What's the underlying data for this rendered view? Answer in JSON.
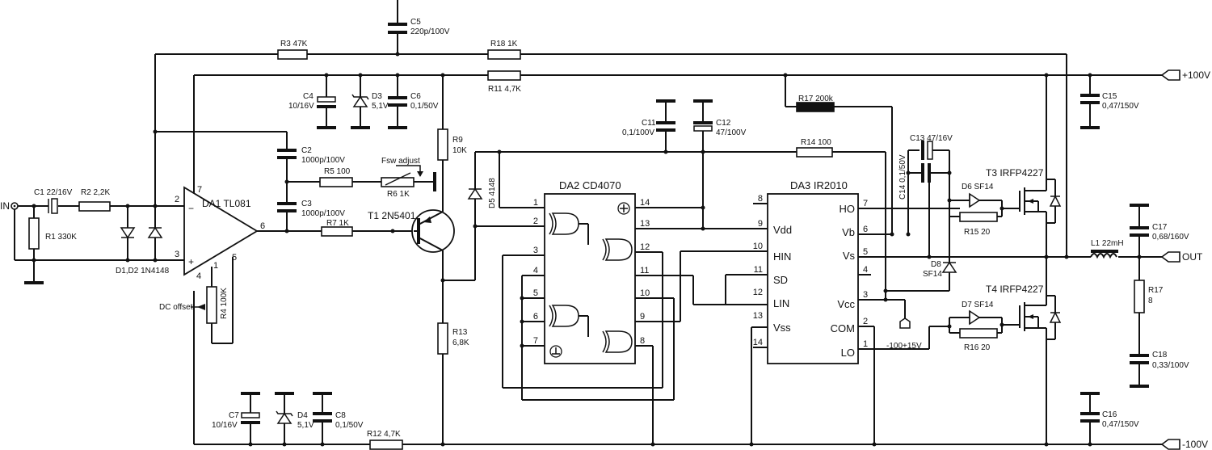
{
  "labels": {
    "in": "IN",
    "c1": "C1 22/16V",
    "r2": "R2 2,2K",
    "r1": "R1 330K",
    "d12": "D1,D2 1N4148",
    "r3": "R3 47K",
    "c5": "C5",
    "c5v": "220p/100V",
    "r18": "R18 1K",
    "r11": "R11 4,7K",
    "c4": "C4",
    "c4v": "10/16V",
    "d3": "D3",
    "d3v": "5,1V",
    "c6": "C6",
    "c6v": "0,1/50V",
    "c2": "C2",
    "c2v": "1000p/100V",
    "r5": "R5 100",
    "fsw": "Fsw adjust",
    "r6": "R6 1K",
    "c3": "C3",
    "c3v": "1000p/100V",
    "r7": "R7 1K",
    "t1": "T1 2N5401",
    "r9": "R9",
    "r9v": "10K",
    "d5": "D5 4148",
    "da1": "DA1 TL081",
    "dc": "DC offset",
    "r4": "R4 100K",
    "r13": "R13",
    "r13v": "6,8K",
    "c7": "C7",
    "c7v": "10/16V",
    "d4": "D4",
    "d4v": "5,1V",
    "c8": "C8",
    "c8v": "0,1/50V",
    "r12": "R12 4,7K",
    "c11": "C11",
    "c11v": "0,1/100V",
    "c12": "C12",
    "c12v": "47/100V",
    "r14": "R14 100",
    "r17a": "R17 200k",
    "c13": "C13 47/16V",
    "c14": "C14 0,1/50V",
    "d6": "D6 SF14",
    "r15": "R15 20",
    "t3": "T3 IRFP4227",
    "t4": "T4 IRFP4227",
    "d7": "D7 SF14",
    "r16": "R16 20",
    "d8": "D8",
    "d8v": "SF14",
    "da2": "DA2 CD4070",
    "da3": "DA3 IR2010",
    "c15": "C15",
    "c15v": "0,47/150V",
    "c16": "C16",
    "c16v": "0,47/150V",
    "c17": "C17",
    "c17v": "0,68/160V",
    "l1": "L1 22mH",
    "r17": "R17",
    "r17v": "8",
    "c18": "C18",
    "c18v": "0,33/100V",
    "p100": "+100V",
    "m100": "-100V",
    "out": "OUT",
    "v15": "-100+15V",
    "pin2": "2",
    "pin3": "3",
    "pin7": "7",
    "pin6": "6",
    "pin1": "1",
    "pin4": "4",
    "pin5": "5",
    "minus": "−",
    "plus": "+"
  },
  "da2_pins_left": [
    "1",
    "2",
    "3",
    "4",
    "5",
    "6",
    "7"
  ],
  "da2_pins_right": [
    "14",
    "13",
    "12",
    "11",
    "10",
    "9",
    "8"
  ],
  "da3_pins_left": [
    "8",
    "9",
    "10",
    "11",
    "12",
    "13",
    "14"
  ],
  "da3_pins_right": [
    "7",
    "6",
    "5",
    "4",
    "3",
    "2",
    "1"
  ],
  "da3_names_left": [
    "Vdd",
    "HIN",
    "SD",
    "LIN",
    "Vss"
  ],
  "da3_names_right": [
    "HO",
    "Vb",
    "Vs",
    "Vcc",
    "COM",
    "LO"
  ]
}
